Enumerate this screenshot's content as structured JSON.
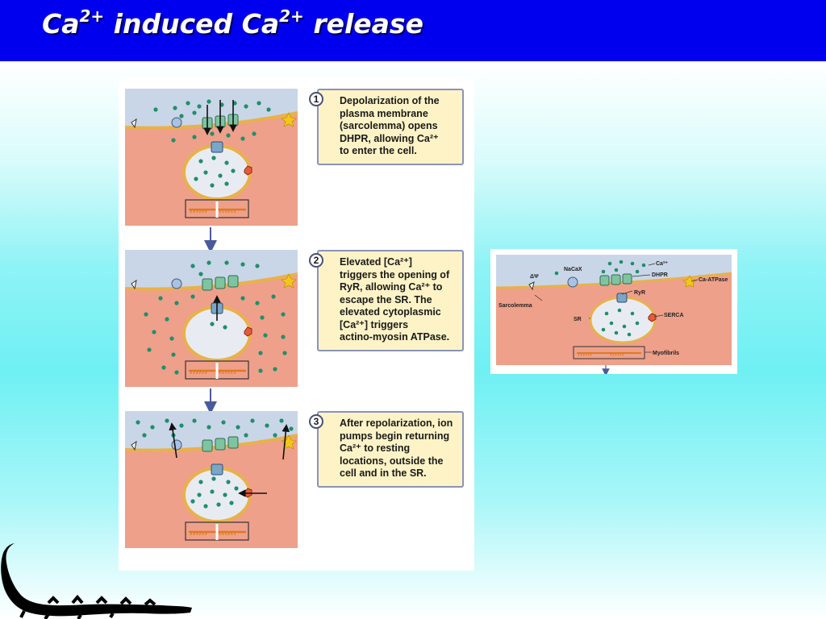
{
  "slide": {
    "title_part1": "Ca",
    "title_sup1": "2+",
    "title_part2": " induced Ca",
    "title_sup2": "2+",
    "title_part3": " release"
  },
  "steps": [
    {
      "number": "1",
      "text": "Depolarization of the\nplasma membrane\n(sarcolemma) opens\nDHPR, allowing Ca²⁺\nto enter the cell."
    },
    {
      "number": "2",
      "text": "Elevated [Ca²⁺]\ntriggers the opening of\nRyR, allowing Ca²⁺ to\nescape the SR. The\nelevated cytoplasmic\n[Ca²⁺] triggers\nactino-myosin ATPase."
    },
    {
      "number": "3",
      "text": "After repolarization, ion\npumps begin returning\nCa²⁺ to resting\nlocations, outside the\ncell and in the SR."
    }
  ],
  "inset_labels": {
    "delta_psi": "ΔΨ",
    "nacax": "NaCaX",
    "ca": "Ca²⁺",
    "dhpr": "DHPR",
    "ca_atpase": "Ca-ATPase",
    "sarcolemma": "Sarcolemma",
    "ryr": "RyR",
    "sr": "SR",
    "serca": "SERCA",
    "myofibrils": "Myofibrils"
  },
  "colors": {
    "title_bar": "#0000ee",
    "extracellular": "#c9d6e8",
    "cytoplasm": "#eea08a",
    "membrane": "#e8b24a",
    "calcium_ion": "#1f8f6a",
    "dhpr_channel": "#7fc4a0",
    "ryr_channel": "#7aa6c8",
    "step_box": "#fdf3c6",
    "flow_arrow": "#4a5a9a"
  }
}
